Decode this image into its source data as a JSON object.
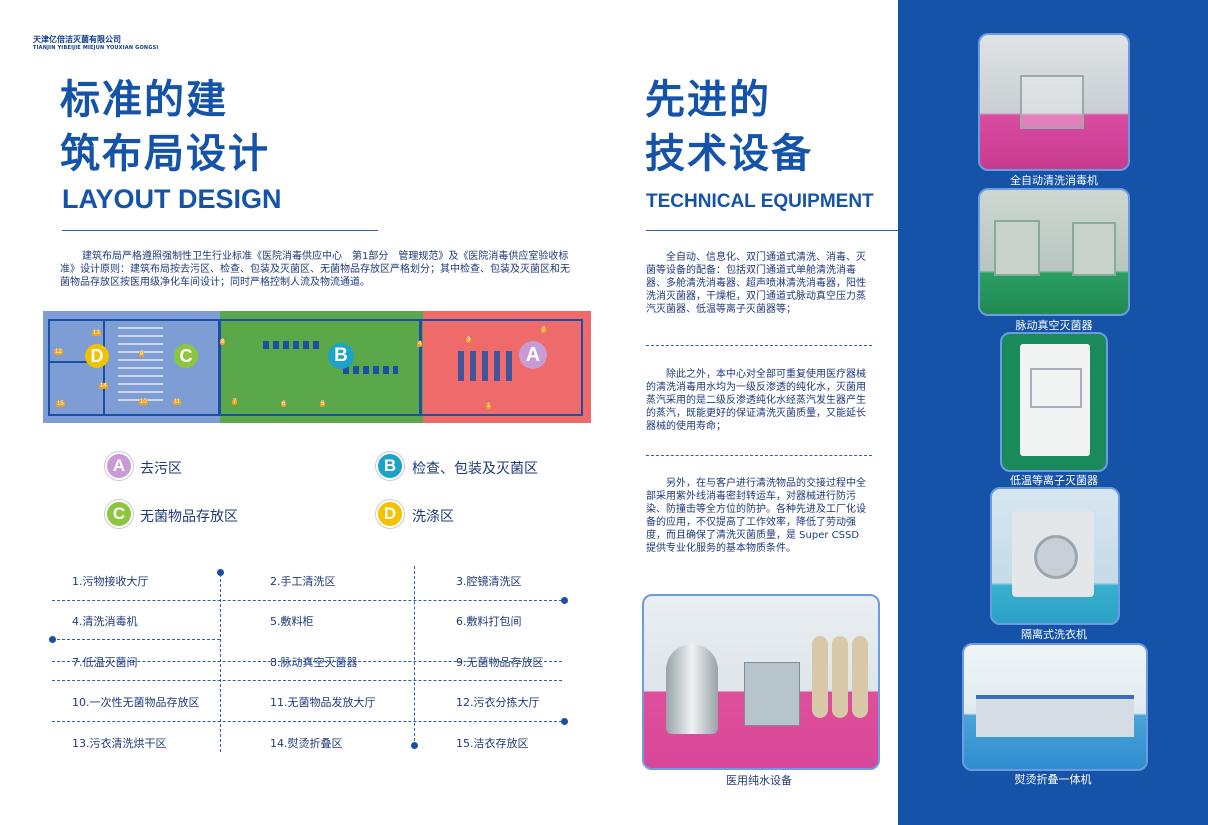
{
  "company": {
    "name_cn": "天津亿倍洁灭菌有限公司",
    "name_en": "TIANJIN YIBEIJIE MIEJUN YOUXIAN GONGSI"
  },
  "left": {
    "title_line1": "标准的建",
    "title_line2": "筑布局设计",
    "title_en": "LAYOUT DESIGN",
    "intro": "建筑布局严格遵照强制性卫生行业标准《医院消毒供应中心　第1部分　管理规范》及《医院消毒供应室验收标准》设计原则：建筑布局按去污区、检查、包装及灭菌区、无菌物品存放区严格划分；其中检查、包装及灭菌区和无菌物品存放区按医用级净化车间设计；同时严格控制人流及物流通道。",
    "zones": [
      {
        "letter": "A",
        "label": "去污区",
        "color": "#c99bd6"
      },
      {
        "letter": "B",
        "label": "检查、包装及灭菌区",
        "color": "#1ca3c8"
      },
      {
        "letter": "C",
        "label": "无菌物品存放区",
        "color": "#8cc63f"
      },
      {
        "letter": "D",
        "label": "洗涤区",
        "color": "#f2c200"
      }
    ],
    "map_zone_colors": {
      "blue": "#7d9dd4",
      "green": "#5aa84a",
      "red": "#ef6a6a"
    },
    "map_numbers": [
      "1",
      "2",
      "3",
      "4",
      "5",
      "6",
      "7",
      "8",
      "9",
      "10",
      "11",
      "12",
      "13",
      "14",
      "15"
    ],
    "rooms": [
      [
        "1.污物接收大厅",
        "2.手工清洗区",
        "3.腔镜清洗区"
      ],
      [
        "4.清洗消毒机",
        "5.敷料柜",
        "6.敷料打包间"
      ],
      [
        "7.低温灭菌间",
        "8.脉动真空灭菌器",
        "9.无菌物品存放区"
      ],
      [
        "10.一次性无菌物品存放区",
        "11.无菌物品发放大厅",
        "12.污衣分拣大厅"
      ],
      [
        "13.污衣清洗烘干区",
        "14.熨烫折叠区",
        "15.洁衣存放区"
      ]
    ]
  },
  "right": {
    "title_line1": "先进的",
    "title_line2": "技术设备",
    "title_en": "TECHNICAL EQUIPMENT",
    "para1": "全自动、信息化、双门通道式清洗、消毒、灭菌等设备的配备：包括双门通道式单舱清洗消毒器、多舱清洗消毒器、超声喷淋清洗消毒器，阳性洗消灭菌器，干燥柜，双门通道式脉动真空压力蒸汽灭菌器、低温等离子灭菌器等；",
    "para2": "除此之外，本中心对全部可重复使用医疗器械的清洗消毒用水均为一级反渗透的纯化水，灭菌用蒸汽采用的是二级反渗透纯化水经蒸汽发生器产生的蒸汽，既能更好的保证清洗灭菌质量，又能延长器械的使用寿命；",
    "para3": "另外，在与客户进行清洗物品的交接过程中全部采用紫外线消毒密封转运车，对器械进行防污染、防撞击等全方位的防护。各种先进及工厂化设备的应用，不仅提高了工作效率，降低了劳动强度，而且确保了清洗灭菌质量，是 Super CSSD 提供专业化服务的基本物质条件。",
    "water_caption": "医用纯水设备"
  },
  "equipment": [
    {
      "caption": "全自动清洗消毒机"
    },
    {
      "caption": "脉动真空灭菌器"
    },
    {
      "caption": "低温等离子灭菌器"
    },
    {
      "caption": "隔离式洗衣机"
    },
    {
      "caption": "熨烫折叠一体机"
    }
  ]
}
